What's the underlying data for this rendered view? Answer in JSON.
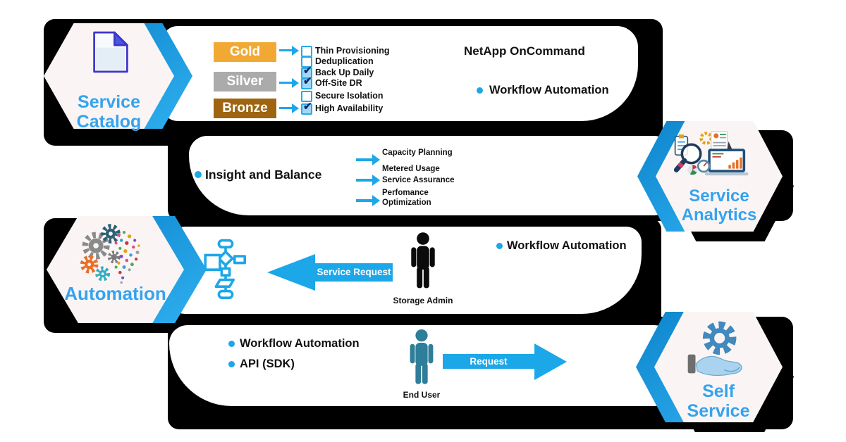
{
  "colors": {
    "accent_blue": "#1CA7E8",
    "hex_label_blue": "#35A3EF",
    "gold": "#F2A933",
    "silver": "#ABABAB",
    "bronze": "#9E6410",
    "storage_admin_color": "#0B0B0B",
    "end_user_color": "#2E7D99",
    "band_black": "#000000"
  },
  "hexagons": {
    "service_catalog": {
      "line1": "Service",
      "line2": "Catalog"
    },
    "service_analytics": {
      "line1": "Service",
      "line2": "Analytics"
    },
    "automation": {
      "label": "Automation"
    },
    "self_service": {
      "line1": "Self",
      "line2": "Service"
    }
  },
  "row1": {
    "title": "NetApp OnCommand",
    "bullet": "Workflow Automation",
    "tiers": [
      {
        "label": "Gold",
        "color": "#F2A933"
      },
      {
        "label": "Silver",
        "color": "#ABABAB"
      },
      {
        "label": "Bronze",
        "color": "#9E6410"
      }
    ],
    "features": [
      {
        "label": "Thin Provisioning",
        "checked": false
      },
      {
        "label": "Deduplication",
        "checked": false
      },
      {
        "label": "Back Up Daily",
        "checked": true
      },
      {
        "label": "Off-Site DR",
        "checked": true
      },
      {
        "label": "Secure Isolation",
        "checked": false
      },
      {
        "label": "High Availability",
        "checked": true
      }
    ]
  },
  "row2": {
    "bullet": "Insight and Balance",
    "items": [
      "Capacity Planning",
      "Metered Usage",
      "Service Assurance",
      "Perfomance Optimization"
    ]
  },
  "row3": {
    "bullet": "Workflow Automation",
    "arrow_label": "Service Request",
    "person_label": "Storage Admin"
  },
  "row4": {
    "bullets": [
      "Workflow Automation",
      "API (SDK)"
    ],
    "arrow_label": "Request",
    "person_label": "End User"
  }
}
